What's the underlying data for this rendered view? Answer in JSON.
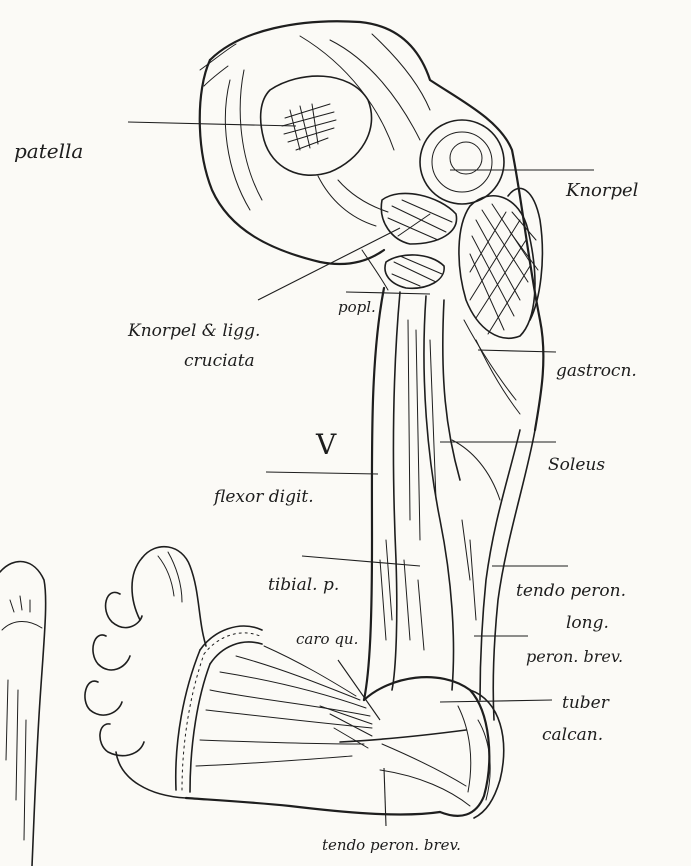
{
  "figure": {
    "plate_number": "V",
    "colors": {
      "ink": "#1e1e1e",
      "paper": "#fbfaf6"
    }
  },
  "labels": {
    "patella": "patella",
    "knorpel_top": "Knorpel",
    "knorpel_ligg_1": "Knorpel & ligg.",
    "knorpel_ligg_2": "cruciata",
    "popl": "popl.",
    "gastrocn": "gastrocn.",
    "soleus": "Soleus",
    "flexor": "flexor digit.",
    "tibial": "tibial. p.",
    "tendo_peron_long_1": "tendo peron.",
    "tendo_peron_long_2": "long.",
    "peron_brev": "peron. brev.",
    "caro": "caro qu.",
    "tuber_1": "tuber",
    "tuber_2": "calcan.",
    "tendo_peron_brev": "tendo peron. brev."
  }
}
